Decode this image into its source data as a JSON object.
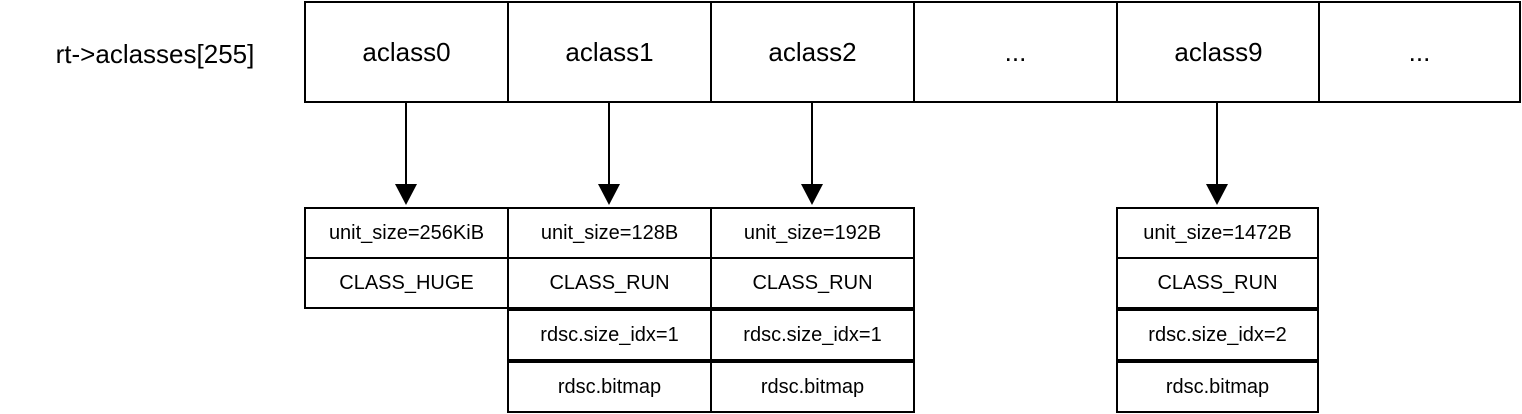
{
  "array": {
    "label": "rt->aclasses[255]",
    "cells": [
      "aclass0",
      "aclass1",
      "aclass2",
      "...",
      "aclass9",
      "..."
    ]
  },
  "structs": [
    {
      "source": "aclass0",
      "fields": [
        "unit_size=256KiB",
        "CLASS_HUGE"
      ]
    },
    {
      "source": "aclass1",
      "fields": [
        "unit_size=128B",
        "CLASS_RUN",
        "rdsc.size_idx=1",
        "rdsc.bitmap"
      ]
    },
    {
      "source": "aclass2",
      "fields": [
        "unit_size=192B",
        "CLASS_RUN",
        "rdsc.size_idx=1",
        "rdsc.bitmap"
      ]
    },
    {
      "source": "aclass9",
      "fields": [
        "unit_size=1472B",
        "CLASS_RUN",
        "rdsc.size_idx=2",
        "rdsc.bitmap"
      ]
    }
  ]
}
